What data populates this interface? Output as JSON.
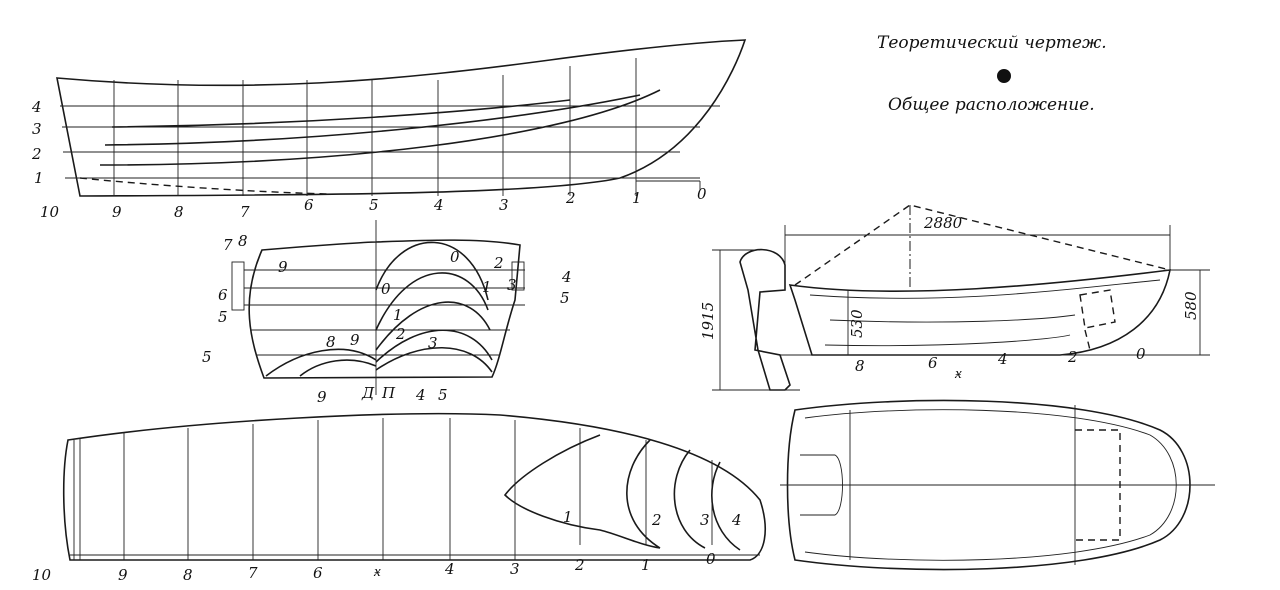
{
  "titles": {
    "lines_drawing": "Теоретический чертеж.",
    "general_arrangement": "Общее расположение."
  },
  "profile_view": {
    "waterlines": [
      "4",
      "3",
      "2",
      "1"
    ],
    "stations": [
      "10",
      "9",
      "8",
      "7",
      "6",
      "5",
      "4",
      "3",
      "2",
      "1",
      "0"
    ]
  },
  "body_plan": {
    "left_labels": [
      "7",
      "8",
      "9",
      "6",
      "5",
      "5"
    ],
    "right_labels": [
      "2",
      "4",
      "3",
      "1",
      "5"
    ],
    "inner_labels": [
      "0",
      "0",
      "1",
      "2",
      "3"
    ],
    "bottom_labels": [
      "8",
      "9",
      "9",
      "Д",
      "П",
      "4",
      "5"
    ]
  },
  "half_breadth_view": {
    "stations": [
      "10",
      "9",
      "8",
      "7",
      "6",
      "4",
      "3",
      "2",
      "1",
      "0"
    ],
    "symbol": "ӿ",
    "inner_labels": [
      "1",
      "2",
      "3",
      "4"
    ]
  },
  "arrangement_side": {
    "length": "2880",
    "overall_height": "1915",
    "bow_height": "580",
    "transom_height": "530",
    "stations": [
      "8",
      "6",
      "4",
      "2",
      "0"
    ],
    "symbol": "ӿ"
  }
}
